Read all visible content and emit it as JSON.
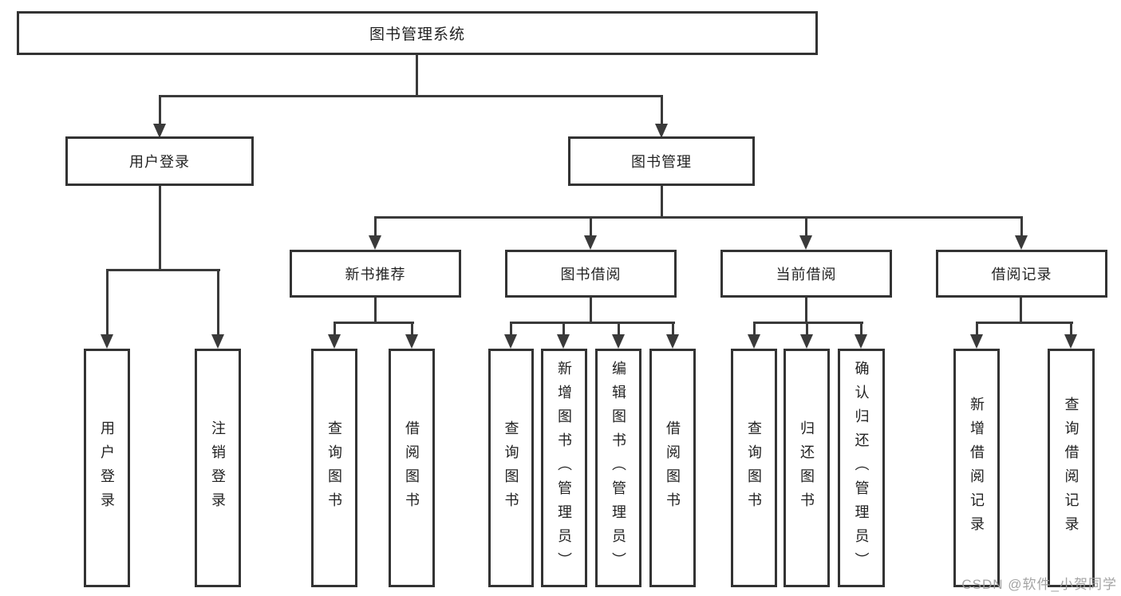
{
  "diagram": {
    "root": {
      "label": "图书管理系统"
    },
    "level2": [
      {
        "label": "用户登录",
        "children": [
          {
            "label": "用户登录"
          },
          {
            "label": "注销登录"
          }
        ]
      },
      {
        "label": "图书管理",
        "groups": [
          {
            "label": "新书推荐",
            "children": [
              {
                "label": "查询图书"
              },
              {
                "label": "借阅图书"
              }
            ]
          },
          {
            "label": "图书借阅",
            "children": [
              {
                "label": "查询图书"
              },
              {
                "label": "新增图书（管理员）"
              },
              {
                "label": "编辑图书（管理员）"
              },
              {
                "label": "借阅图书"
              }
            ]
          },
          {
            "label": "当前借阅",
            "children": [
              {
                "label": "查询图书"
              },
              {
                "label": "归还图书"
              },
              {
                "label": "确认归还（管理员）"
              }
            ]
          },
          {
            "label": "借阅记录",
            "children": [
              {
                "label": "新增借阅记录"
              },
              {
                "label": "查询借阅记录"
              }
            ]
          }
        ]
      }
    ]
  },
  "watermark": {
    "text": "CSDN @软件_小贺同学"
  },
  "colors": {
    "line": "#3a3a3a",
    "box_border": "#333333",
    "text": "#222222",
    "watermark": "#9c9c9c",
    "background": "#ffffff"
  }
}
